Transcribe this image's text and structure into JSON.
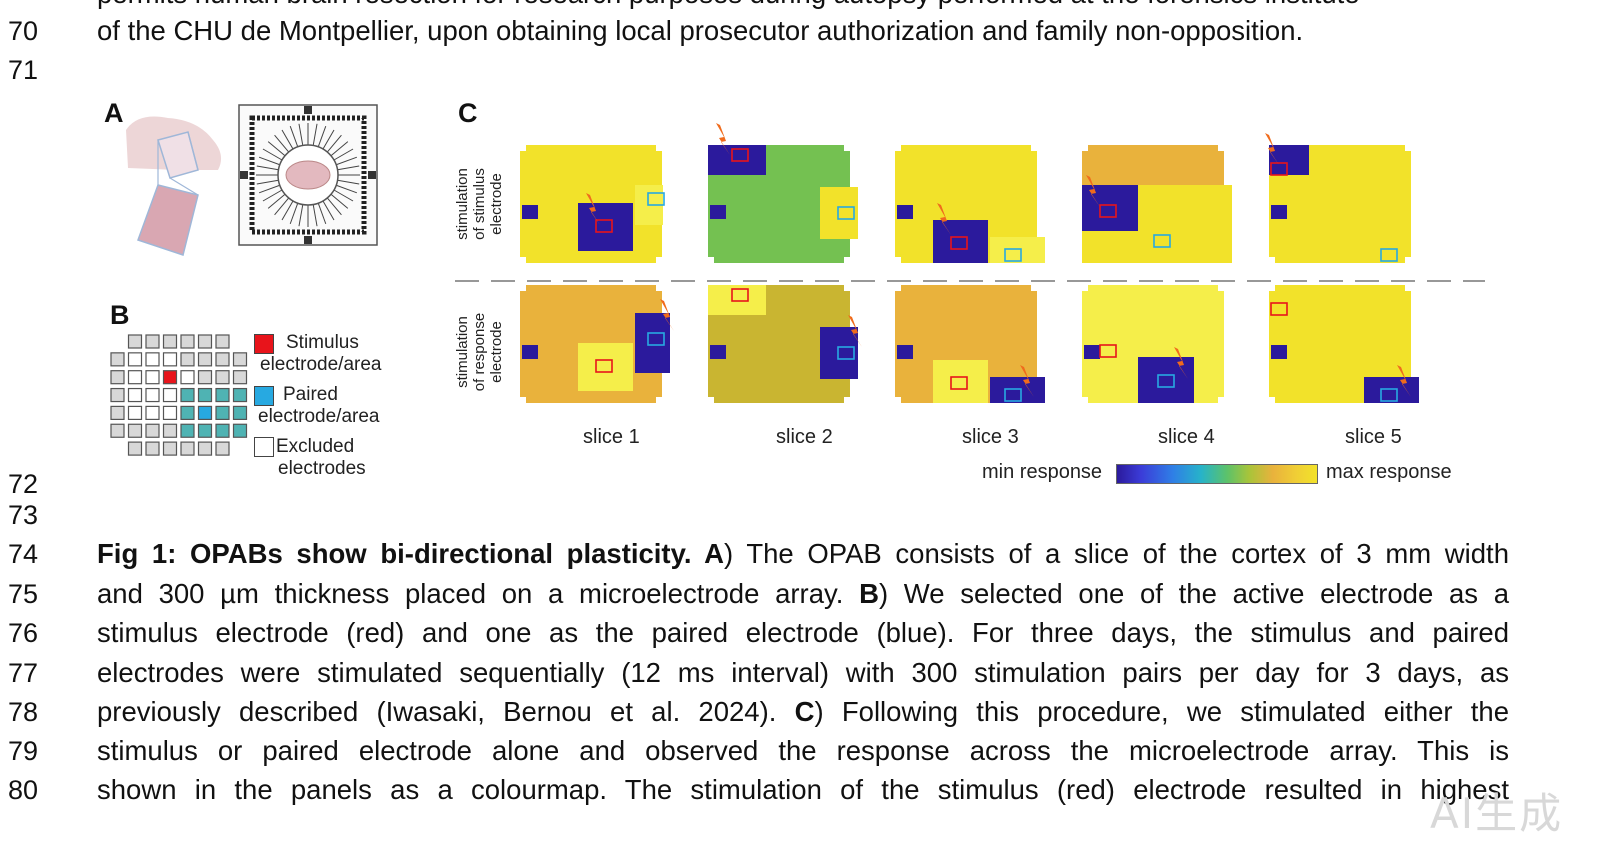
{
  "document": {
    "cut_line_text": "permits human brain resection for research purposes during autopsy performed at the forensics institute",
    "top_lines": [
      {
        "num": "70",
        "text": "of the CHU de Montpellier, upon obtaining local prosecutor authorization and family non-opposition."
      },
      {
        "num": "71",
        "text": ""
      }
    ],
    "gap_line_numbers": [
      "72",
      "73"
    ],
    "caption_lines": [
      {
        "num": "74",
        "bold": "Fig 1: OPABs show bi-directional plasticity. A",
        "text": ") The OPAB consists of a slice of the cortex of 3 mm width"
      },
      {
        "num": "75",
        "text": "and 300 µm thickness placed on a microelectrode array. ",
        "bold2": "B",
        "text2": ") We selected one of the active electrode as a"
      },
      {
        "num": "76",
        "text": "stimulus electrode (red) and one as the paired electrode (blue). For three days, the stimulus and paired"
      },
      {
        "num": "77",
        "text": "electrodes were stimulated sequentially (12 ms interval) with 300 stimulation pairs per day for 3 days, as"
      },
      {
        "num": "78",
        "text": "previously described (Iwasaki, Bernou et al. 2024). ",
        "bold2": "C",
        "text2": ") Following this procedure, we stimulated either the"
      },
      {
        "num": "79",
        "text": "stimulus or paired electrode alone and observed the response across the microelectrode array. This is"
      },
      {
        "num": "80",
        "text": "shown in the panels as a colourmap. The stimulation of the stimulus (red) electrode resulted in highest"
      }
    ]
  },
  "figure": {
    "panel_labels": {
      "a": "A",
      "b": "B",
      "c": "C"
    },
    "legend": {
      "stimulus": [
        "Stimulus",
        "electrode/area"
      ],
      "paired": [
        "Paired",
        "electrode/area"
      ],
      "excluded": [
        "Excluded",
        "electrodes"
      ]
    },
    "row_labels": {
      "top": [
        "stimulation",
        "of stimulus",
        "electrode"
      ],
      "bottom": [
        "stimulation",
        "of response",
        "electrode"
      ]
    },
    "slices": [
      "slice 1",
      "slice 2",
      "slice 3",
      "slice 4",
      "slice 5"
    ],
    "colorbar": {
      "min": "min response",
      "max": "max response"
    },
    "colors": {
      "stimulus": "#e8141b",
      "paired": "#27a9e1",
      "min": "#2b1a9c",
      "yellow": "#f2e22a",
      "amber": "#e9b23c",
      "green": "#74c151",
      "olive": "#c9b531",
      "lightyellow": "#f5ee4a",
      "bolt": "#f06b1c"
    }
  },
  "watermark": "AI生成"
}
